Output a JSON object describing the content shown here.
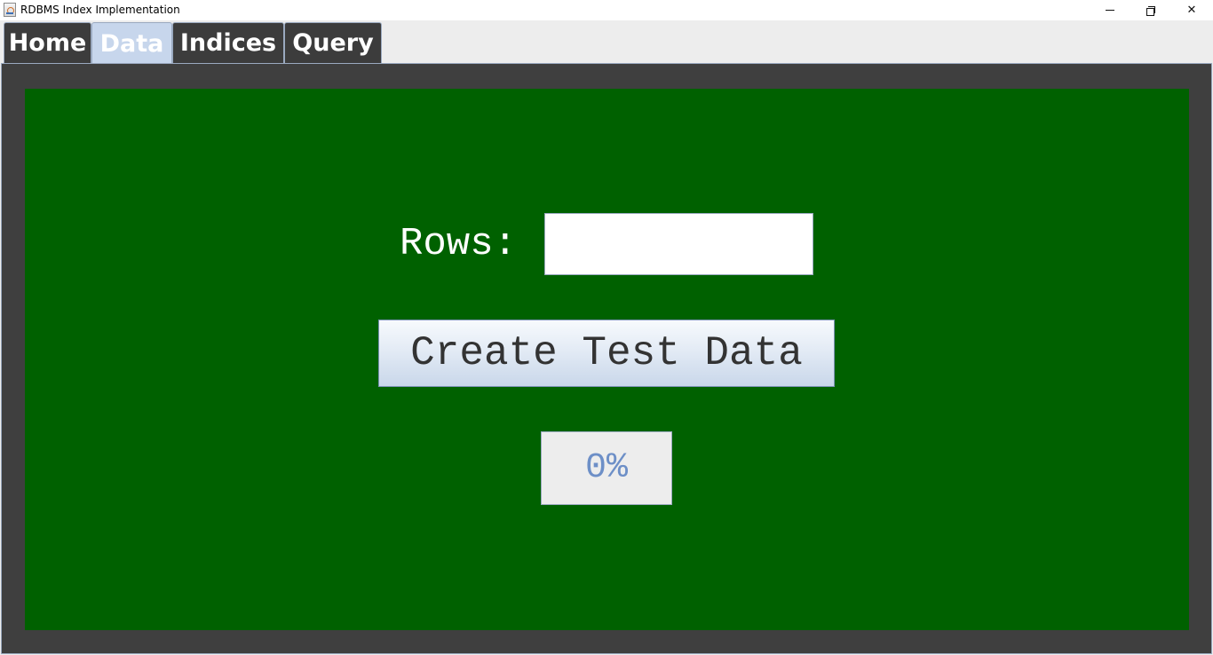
{
  "window": {
    "title": "RDBMS Index Implementation",
    "icon": "java-cup-icon",
    "controls": {
      "minimize": "minimize-icon",
      "maximize": "restore-icon",
      "close": "close-icon",
      "close_glyph": "✕"
    }
  },
  "tabs": [
    {
      "label": "Home",
      "selected": false
    },
    {
      "label": "Data",
      "selected": true
    },
    {
      "label": "Indices",
      "selected": false
    },
    {
      "label": "Query",
      "selected": false
    }
  ],
  "form": {
    "rows_label": "Rows:",
    "rows_value": "",
    "create_button_label": "Create Test Data",
    "progress_value": 0,
    "progress_text": "0%"
  },
  "colors": {
    "panel_background": "#006100",
    "frame_background": "#3f3f3f",
    "selected_tab": "#c7d6ec",
    "unselected_tab": "#3c3c3c",
    "progress_text": "#6d8fc7"
  }
}
